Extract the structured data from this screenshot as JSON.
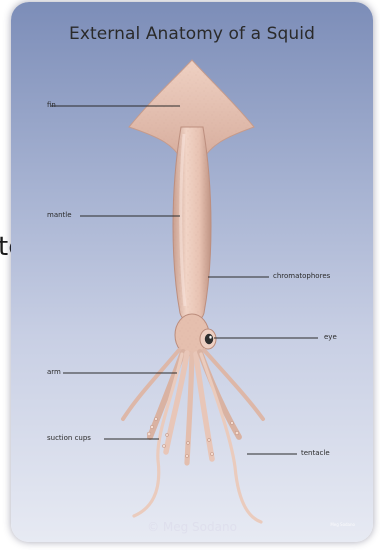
{
  "stray_text": "te",
  "card": {
    "title": "External Anatomy of a Squid",
    "watermark": "© Meg Sodano",
    "signature": "Meg Sodano"
  },
  "labels": {
    "fin": "fin",
    "mantle": "mantle",
    "chromatophores": "chromatophores",
    "eye": "eye",
    "arm": "arm",
    "suction_cups": "suction cups",
    "tentacle": "tentacle"
  },
  "colors": {
    "background_top": "#7c8db8",
    "background_bottom": "#e7eaf3",
    "squid_body": "#e9c7b7",
    "squid_shadow": "#c9a090",
    "label_text": "#2a2a2a"
  }
}
